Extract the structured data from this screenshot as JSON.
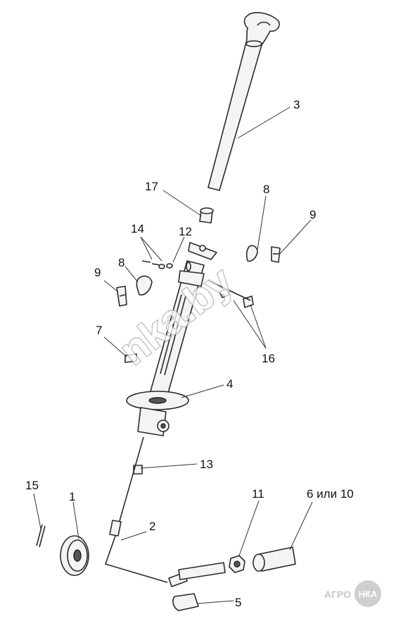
{
  "callouts": {
    "c1": "1",
    "c2": "2",
    "c3": "3",
    "c4": "4",
    "c5": "5",
    "c6_10": "6 или 10",
    "c7": "7",
    "c8_left": "8",
    "c8_right": "8",
    "c9_left": "9",
    "c9_right": "9",
    "c11": "11",
    "c12": "12",
    "c13": "13",
    "c14": "14",
    "c15": "15",
    "c16": "16",
    "c17": "17"
  },
  "watermark": {
    "text": "nka.by"
  },
  "logo": {
    "text": "АГРО",
    "badge": "НКА"
  },
  "colors": {
    "line": "#2a2a2a",
    "fill": "#f4f4f4",
    "watermark_stroke": "#9a9a9a",
    "logo": "#c8c8c8"
  }
}
